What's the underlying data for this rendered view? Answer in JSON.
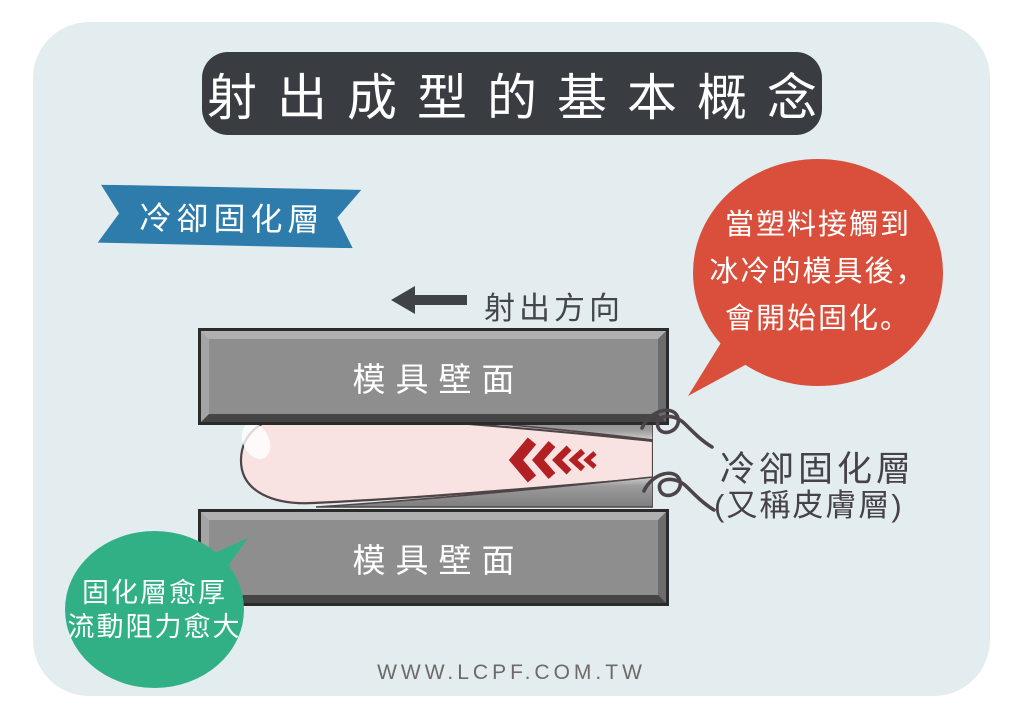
{
  "title": {
    "text": "射出成型的基本概念"
  },
  "ribbon": {
    "text": "冷卻固化層"
  },
  "injection": {
    "label": "射出方向"
  },
  "mold": {
    "top_label": "模具壁面",
    "bottom_label": "模具壁面"
  },
  "red_bubble": {
    "lines": [
      "當塑料接觸到",
      "冰冷的模具後，",
      "會開始固化。"
    ]
  },
  "skin_label": {
    "line1": "冷卻固化層",
    "line2": "(又稱皮膚層)"
  },
  "green_bubble": {
    "lines": [
      "固化層愈厚",
      "流動阻力愈大"
    ]
  },
  "footer": {
    "text": "WWW.LCPF.COM.TW"
  },
  "colors": {
    "card_bg": "#e3edef",
    "title_bg": "#393d41",
    "ribbon_blue": "#2e7cab",
    "bubble_red": "#d94f3c",
    "bubble_green": "#31b086",
    "mold_gray": "#8e8e8e",
    "chevron_red": "#b32024",
    "flow_pink": "#f9e3e2",
    "text_dark": "#43474b",
    "footer_gray": "#6f6969"
  }
}
